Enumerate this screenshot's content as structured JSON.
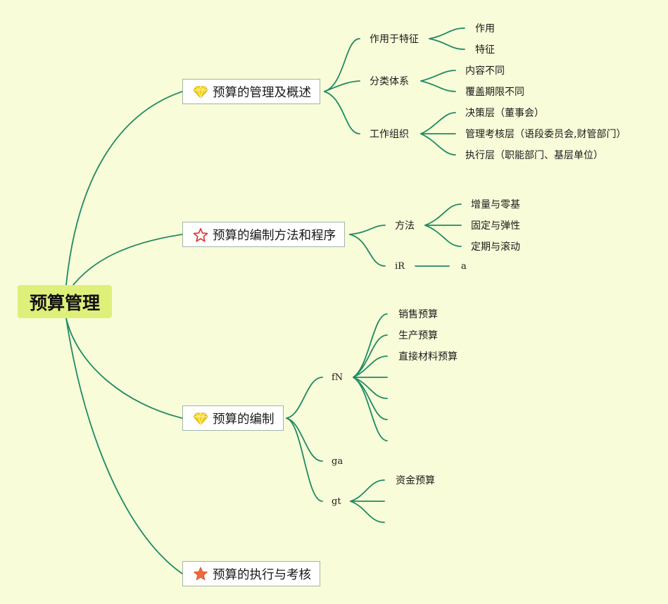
{
  "root": {
    "label": "预算管理"
  },
  "colors": {
    "background": "#f8fcd8",
    "line": "#1f8a66",
    "root_fill": "#def07a",
    "topic_border": "#9fb6a8"
  },
  "topics": [
    {
      "label": "预算的管理及概述",
      "icon": "diamond-icon",
      "children": [
        {
          "label": "作用于特征",
          "children": [
            "作用",
            "特征"
          ]
        },
        {
          "label": "分类体系",
          "children": [
            "内容不同",
            "覆盖期限不同"
          ]
        },
        {
          "label": "工作组织",
          "children": [
            "决策层（董事会）",
            "管理考核层（语段委员会,财管部门）",
            "执行层（职能部门、基层单位）"
          ]
        }
      ]
    },
    {
      "label": "预算的编制方法和程序",
      "icon": "star-outline-icon",
      "children": [
        {
          "label": "方法",
          "children": [
            "增量与零基",
            "固定与弹性",
            "定期与滚动"
          ]
        },
        {
          "label": "iR",
          "children": [
            "a"
          ]
        }
      ]
    },
    {
      "label": "预算的编制",
      "icon": "diamond-icon",
      "children": [
        {
          "label": "fN",
          "children": [
            "销售预算",
            "生产预算",
            "直接材料预算",
            "",
            "",
            "",
            ""
          ]
        },
        {
          "label": "ga",
          "children": []
        },
        {
          "label": "gt",
          "children": [
            "资金预算",
            "",
            ""
          ]
        }
      ]
    },
    {
      "label": "预算的执行与考核",
      "icon": "star-filled-icon",
      "children": []
    }
  ]
}
